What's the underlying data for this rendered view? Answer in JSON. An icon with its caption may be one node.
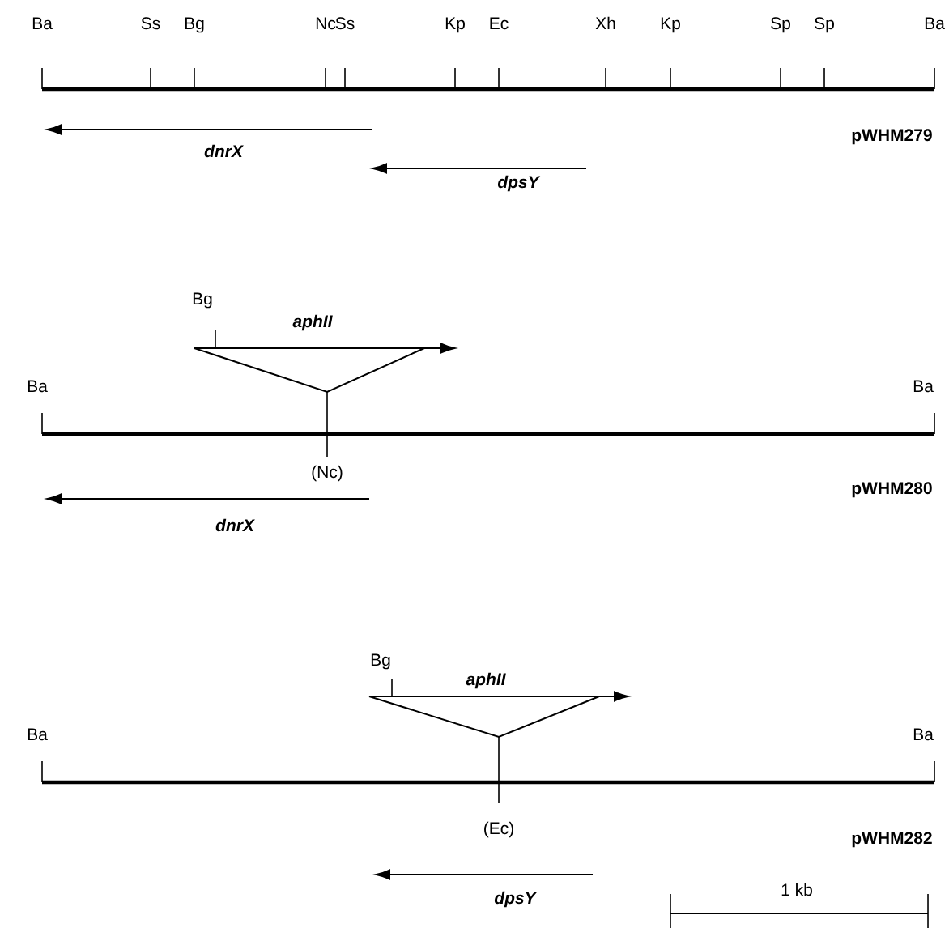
{
  "diagram": {
    "labels": [
      "Ba",
      "Ss",
      "Bg",
      "Nc",
      "Ss",
      "Kp",
      "Ec",
      "Xh",
      "Kp",
      "Sp",
      "Sp",
      "Ba",
      "dnrX",
      "pWHM279",
      "dpsY",
      "Bg",
      "aphII",
      "Ba",
      "Ba",
      "(Nc)",
      "pWHM280",
      "dnrX",
      "Bg",
      "aphII",
      "Ba",
      "Ba",
      "(Ec)",
      "pWHM282",
      "1 kb",
      "dpsY"
    ]
  }
}
